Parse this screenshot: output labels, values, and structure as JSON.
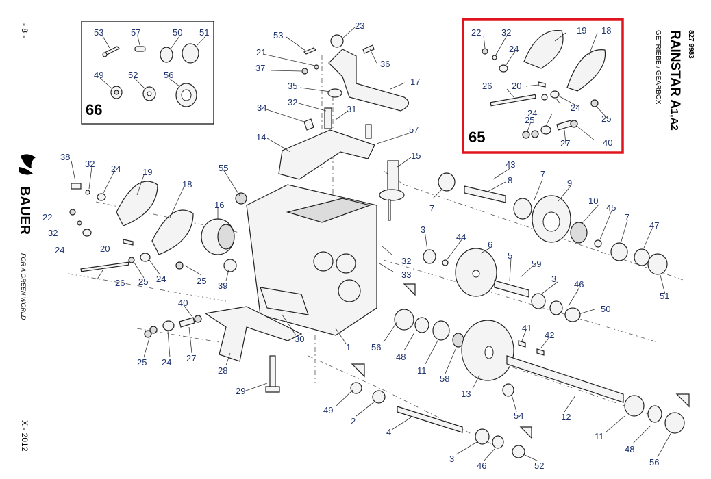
{
  "page_marker": "- 8 -",
  "date_code": "X - 2012",
  "brand": {
    "name": "BAUER",
    "slogan": "FOR A GREEN WORLD"
  },
  "header": {
    "doc_number": "827 9983",
    "product": "RAINSTAR A",
    "product_sub": "1,A2",
    "section": "GETRIEBE / GEARBOX"
  },
  "kits": [
    {
      "id": "66",
      "highlight": false,
      "border_color": "#000000",
      "labels": [
        "53",
        "57",
        "50",
        "51",
        "49",
        "52",
        "56"
      ]
    },
    {
      "id": "65",
      "highlight": true,
      "border_color": "#e0141e",
      "labels": [
        "22",
        "32",
        "19",
        "18",
        "24",
        "20",
        "26",
        "24",
        "25",
        "24",
        "25",
        "27",
        "40"
      ]
    }
  ],
  "callouts": [
    "23",
    "53",
    "21",
    "36",
    "37",
    "17",
    "35",
    "34",
    "32",
    "31",
    "14",
    "57",
    "15",
    "43",
    "38",
    "32",
    "24",
    "19",
    "18",
    "55",
    "16",
    "7",
    "8",
    "7",
    "9",
    "22",
    "32",
    "24",
    "20",
    "24",
    "25",
    "10",
    "45",
    "7",
    "47",
    "3",
    "44",
    "6",
    "32",
    "33",
    "5",
    "59",
    "3",
    "46",
    "50",
    "51",
    "26",
    "25",
    "24",
    "25",
    "39",
    "40",
    "30",
    "1",
    "56",
    "48",
    "11",
    "58",
    "13",
    "41",
    "42",
    "27",
    "25",
    "24",
    "28",
    "29",
    "49",
    "2",
    "4",
    "54",
    "12",
    "11",
    "48",
    "56",
    "3",
    "46",
    "52"
  ],
  "colors": {
    "label": "#1f3470",
    "kit_65_border": "#e0141e"
  }
}
